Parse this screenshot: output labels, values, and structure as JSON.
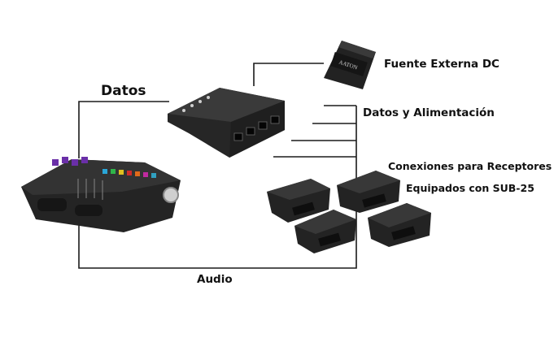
{
  "labels": {
    "datos": "Datos",
    "fuente": "Fuente Externa DC",
    "datos_alimentacion": "Datos y Alimentación",
    "conexiones_line1": "Conexiones para Receptores",
    "conexiones_line2": "Equipados con SUB-25",
    "audio": "Audio"
  },
  "battery_brand": "AATON",
  "colors": {
    "line": "#1a1a1a",
    "device": "#1e1e1e",
    "label": "#111111"
  }
}
